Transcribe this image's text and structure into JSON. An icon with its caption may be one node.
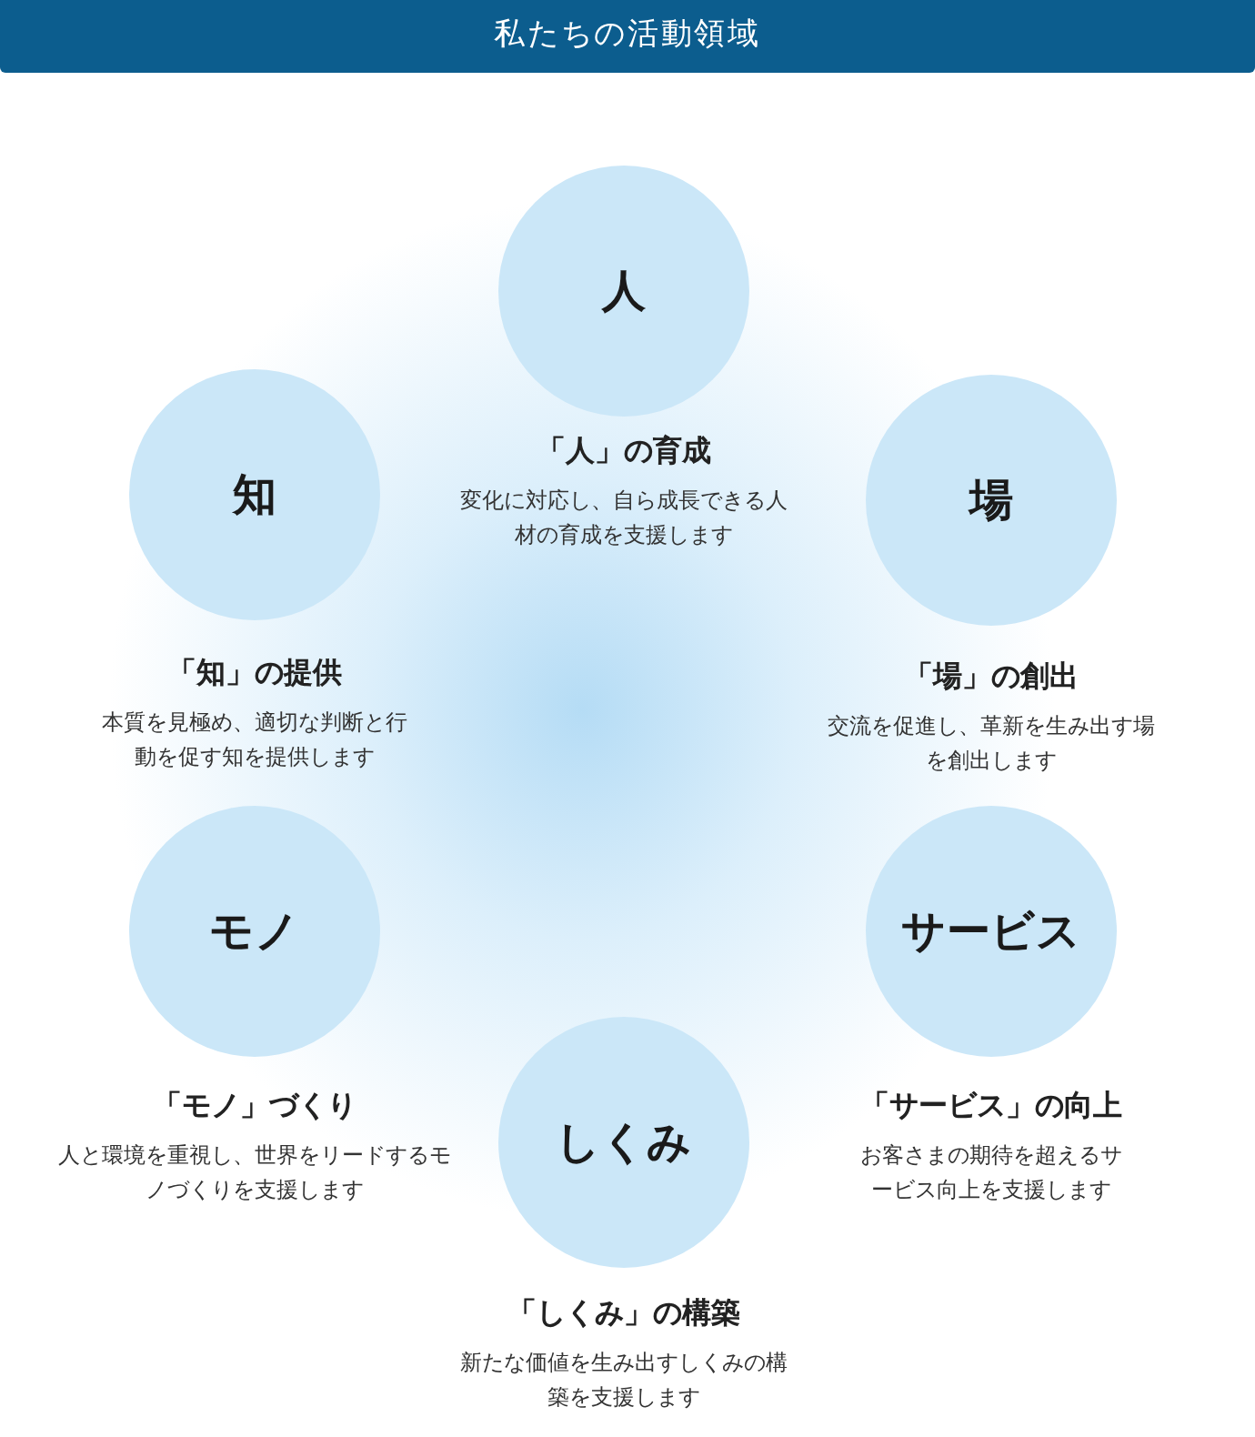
{
  "diagram": {
    "title": "私たちの活動領域",
    "nodes": [
      {
        "text": [
          "人"
        ],
        "beside": [
          "「人」の育成",
          "変化に対応し、自ら成長できる人材の育成を支援します"
        ]
      },
      {
        "text": [
          "知"
        ],
        "beside": [
          "「知」の提供",
          "本質を見極め、適切な判断と行動を促す知を提供します"
        ]
      },
      {
        "text": [
          "場"
        ],
        "beside": [
          "「場」の創出",
          "交流を促進し、革新を生み出す場を創出します"
        ]
      },
      {
        "text": [
          "モノ"
        ],
        "beside": [
          "「モノ」づくり",
          "人と環境を重視し、世界をリードするモノづくりを支援します"
        ]
      },
      {
        "text": [
          "サービス"
        ],
        "beside": [
          "「サービス」の向上",
          "お客さまの期待を超えるサービス向上を支援します"
        ]
      },
      {
        "text": [
          "しくみ"
        ],
        "beside": [
          "「しくみ」の構築",
          "新たな価値を生み出すしくみの構築を支援します"
        ]
      }
    ]
  }
}
